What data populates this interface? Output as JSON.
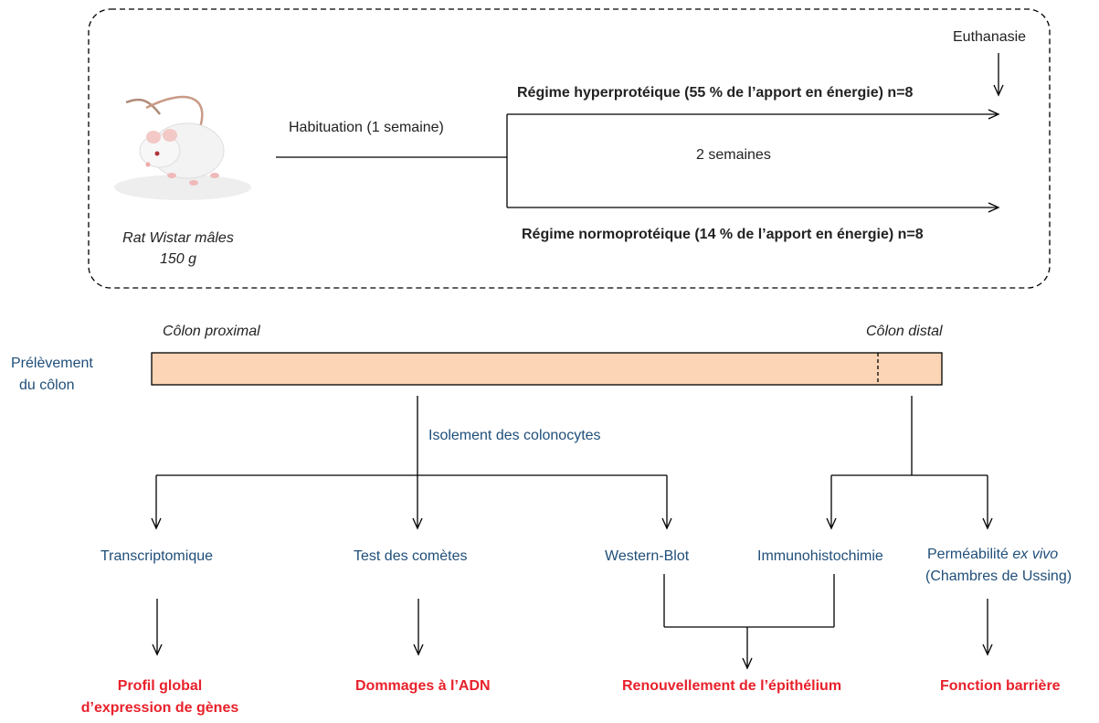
{
  "top_panel": {
    "euthanasia": "Euthanasie",
    "habituation": "Habituation (1 semaine)",
    "high_diet": "Régime hyperprotéique  (55 % de l’apport en énergie) n=8",
    "normal_diet": "Régime normoprotéique  (14 % de l’apport en énergie) n=8",
    "duration": "2 semaines",
    "rat_line1": "Rat Wistar mâles",
    "rat_line2": "150 g"
  },
  "colon": {
    "sampling_line1": "Prélèvement",
    "sampling_line2": "du côlon",
    "proximal": "Côlon proximal",
    "distal": "Côlon distal",
    "isolation": "Isolement des colonocytes",
    "bar_color": "#fbd5b5"
  },
  "methods": {
    "transcriptomics": "Transcriptomique",
    "comet": "Test des comètes",
    "western": "Western-Blot",
    "immuno": "Immunohistochimie",
    "perm_prefix": "Perméabilité ",
    "perm_italic": "ex vivo",
    "ussing": "(Chambres de Ussing)"
  },
  "outcomes": {
    "gene_line1": "Profil global",
    "gene_line2": "d’expression de gènes",
    "dna": "Dommages à l’ADN",
    "renewal": "Renouvellement de l’épithélium",
    "barrier": "Fonction barrière"
  }
}
